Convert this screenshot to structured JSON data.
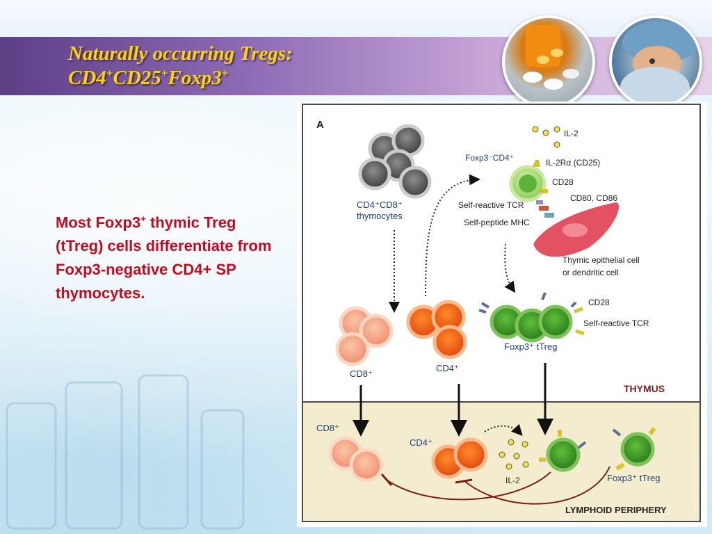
{
  "slide": {
    "title_line1": "Naturally occurring Tregs:",
    "title_line2_parts": [
      "CD4",
      "+",
      "CD25",
      "+",
      "Foxp3",
      "+"
    ],
    "body_parts": [
      "Most Foxp3",
      "+",
      " thymic Treg (tTreg) cells differentiate from Foxp3-negative CD4+ SP thymocytes."
    ]
  },
  "figure": {
    "panel_letter": "A",
    "thymocytes_label_1": "CD4⁺CD8⁺",
    "thymocytes_label_2": "thymocytes",
    "il2": "IL-2",
    "il2ra": "IL-2Rα (CD25)",
    "foxp3_neg_cd4": "Foxp3⁻CD4⁺",
    "cd28": "CD28",
    "cd80_86": "CD80, CD86",
    "self_reactive_tcr": "Self-reactive TCR",
    "self_peptide_mhc": "Self-peptide MHC",
    "apc_line1": "Thymic epithelial cell",
    "apc_line2": "or dendritic cell",
    "cd28_b": "CD28",
    "self_reactive_tcr_b": "Self-reactive TCR",
    "ttreg": "Foxp3⁺ tTreg",
    "cd8_thymus": "CD8⁺",
    "cd4_thymus": "CD4⁺",
    "thymus": "THYMUS",
    "cd8_periphery": "CD8⁺",
    "cd4_periphery": "CD4⁺",
    "il2_periphery": "IL-2",
    "ttreg_periphery": "Foxp3⁺ tTreg",
    "periphery": "LYMPHOID PERIPHERY"
  }
}
